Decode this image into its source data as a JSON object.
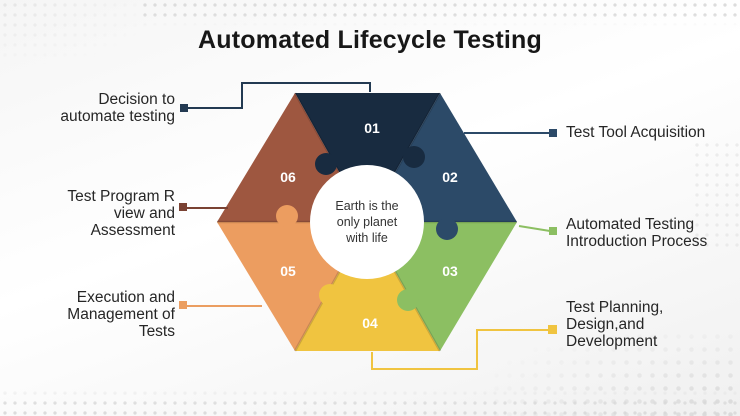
{
  "title": "Automated Lifecycle Testing",
  "center_text": "Earth is the\nonly planet\nwith life",
  "pieces": [
    {
      "num": "01",
      "color": "#182B40"
    },
    {
      "num": "02",
      "color": "#2C4A68"
    },
    {
      "num": "03",
      "color": "#8CBF62"
    },
    {
      "num": "04",
      "color": "#F0C440"
    },
    {
      "num": "05",
      "color": "#EC9D60"
    },
    {
      "num": "06",
      "color": "#9E5740"
    }
  ],
  "labels": {
    "left": [
      {
        "text": "Decision to\nautomate testing",
        "connector_color": "#233A52"
      },
      {
        "text": "Test Program R\nview and\nAssessment",
        "connector_color": "#7A4233"
      },
      {
        "text": "Execution and\nManagement of\nTests",
        "connector_color": "#EB9E61"
      }
    ],
    "right": [
      {
        "text": "Test Tool Acquisition",
        "connector_color": "#2C4A68"
      },
      {
        "text": "Automated Testing\nIntroduction Process",
        "connector_color": "#8CBF62"
      },
      {
        "text": "Test Planning,\nDesign,and\nDevelopment",
        "connector_color": "#F0C440"
      }
    ]
  }
}
